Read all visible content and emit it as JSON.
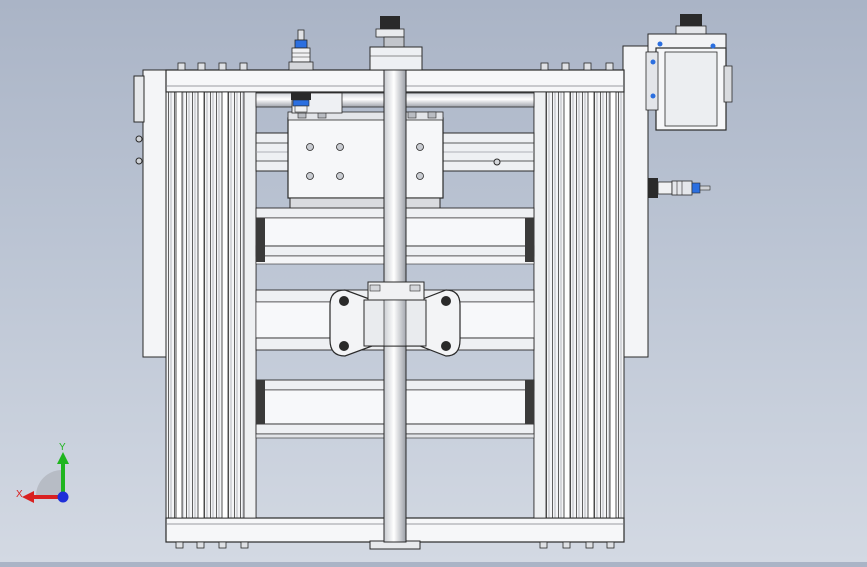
{
  "view": {
    "name": "CAD 3D viewport",
    "colors": {
      "background_top": "#aab4c6",
      "background_bottom": "#d3d9e3",
      "frame": "#f2f3f5",
      "frame_shadow": "#c9ccd2",
      "outline": "#2a2a2a",
      "axis_x": "#d92020",
      "axis_y": "#1fb51f",
      "axis_z": "#1f2fd9",
      "sensor_blue": "#2b6fe0"
    }
  },
  "triad": {
    "x_label": "X",
    "y_label": "Y"
  }
}
